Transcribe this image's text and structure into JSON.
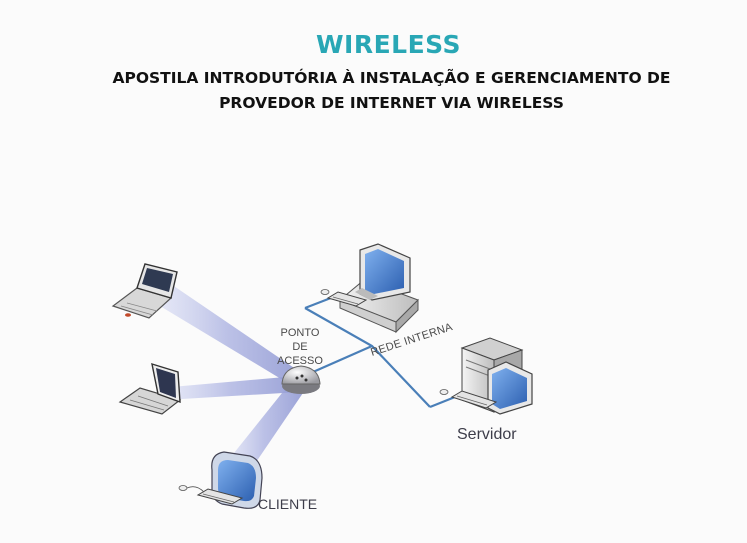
{
  "header": {
    "title": "WIRELESS",
    "subtitle_line1": "APOSTILA INTRODUTÓRIA À INSTALAÇÃO E GERENCIAMENTO DE",
    "subtitle_line2": "PROVEDOR DE INTERNET VIA WIRELESS"
  },
  "diagram": {
    "access_point_label": [
      "PONTO",
      "DE",
      "ACESSO"
    ],
    "network_label": "REDE INTERNA",
    "server_label": "Servidor",
    "client_label": "CLIENTE"
  },
  "colors": {
    "title": "#29a7b5",
    "cable": "#4a7fb8",
    "wireless_beam": "#9aa3d8",
    "screen": "#3d73c4"
  }
}
